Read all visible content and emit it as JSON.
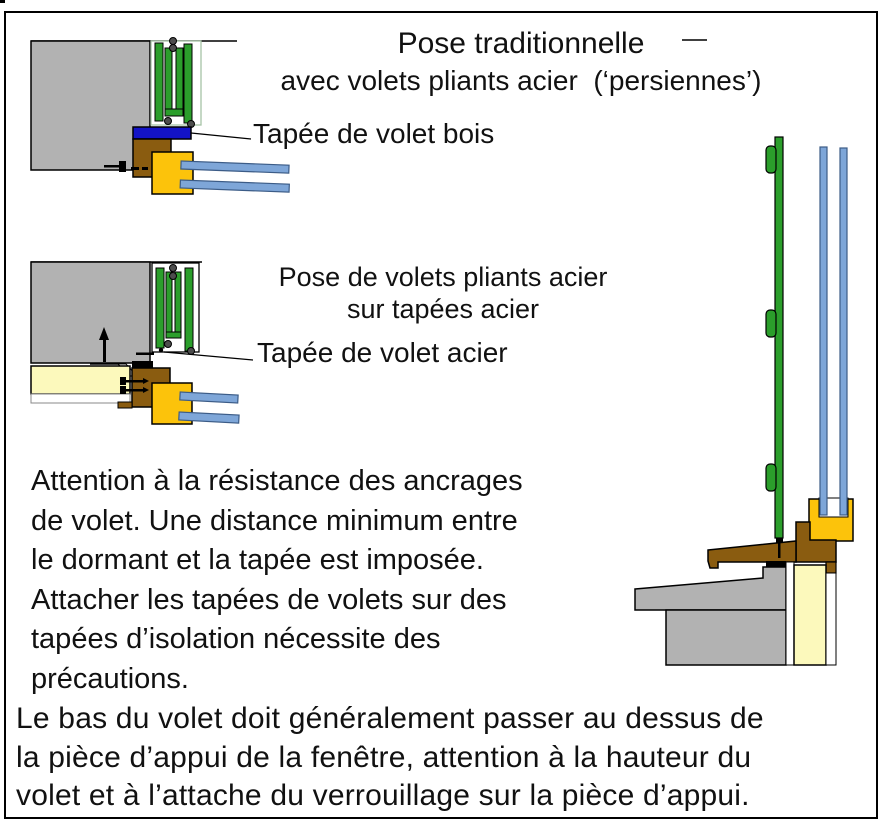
{
  "title": {
    "line1": "Pose traditionnelle",
    "line2": "avec volets pliants acier  (‘persiennes’)"
  },
  "labels": {
    "tapee_bois": "Tapée de volet bois",
    "pose_acier": "Pose de volets pliants acier\nsur tapées acier",
    "tapee_acier": "Tapée de volet acier"
  },
  "paragraphs": {
    "attention": "Attention à la résistance des ancrages\nde volet. Une distance minimum entre\nle dormant et la tapée est imposée.\nAttacher les tapées de volets sur des\ntapées d’isolation nécessite des\nprécautions.",
    "bottom": "Le bas du volet doit généralement passer au dessus de\nla pièce d’appui de la fenêtre, attention à la hauteur du\nvolet et à l’attache du verrouillage sur la pièce d’appui."
  },
  "colors": {
    "wall_gray": "#b2b2b2",
    "shutter_green": "#2b9e2b",
    "tapee_blue": "#1313c6",
    "wood_brown": "#8a5c10",
    "frame_gold": "#fcc30b",
    "glass_blue": "#7ea6d8",
    "glass_border": "#3c5c87",
    "insulation_yellow": "#fcf9bc",
    "shutter_outline": "#a6c2a6",
    "pin_gray": "#4d4d4d",
    "white": "#ffffff",
    "black": "#000000"
  }
}
